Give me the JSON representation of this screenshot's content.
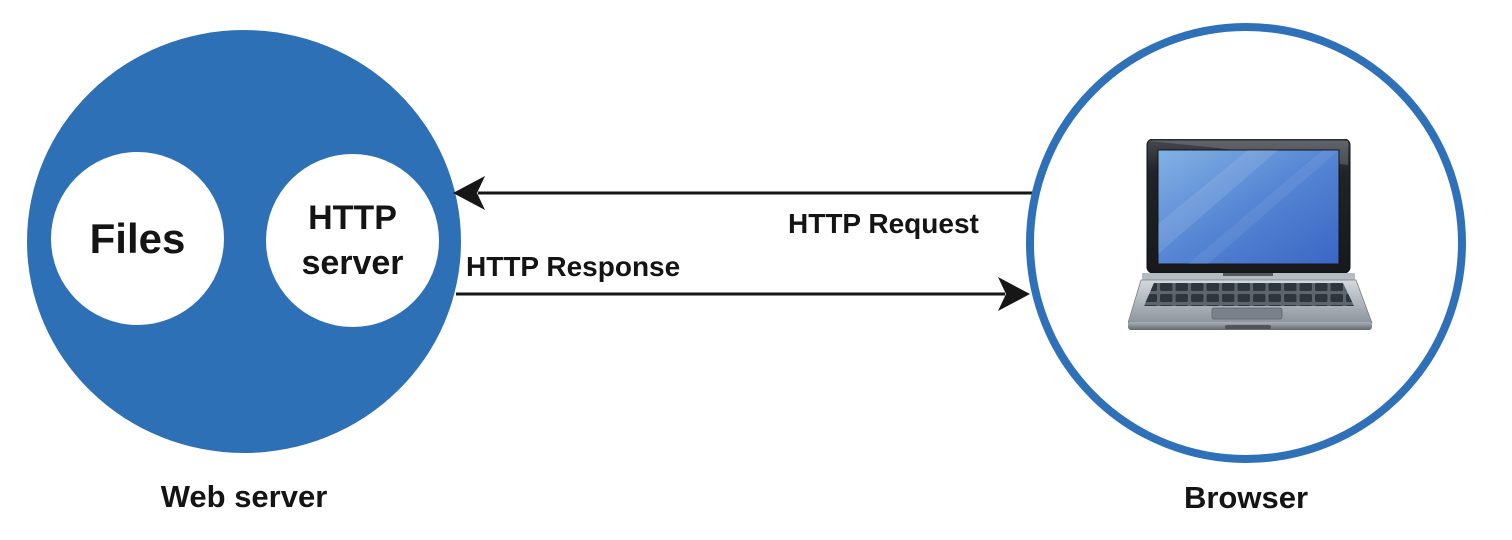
{
  "colors": {
    "background": "#ffffff",
    "primary_blue": "#2e70b6",
    "outline_blue": "#2e71b8",
    "line": "#161616",
    "text": "#141414"
  },
  "web_server": {
    "label": "Web server",
    "files_label": "Files",
    "http_server_label": "HTTP server"
  },
  "arrows": {
    "request_label": "HTTP Request",
    "response_label": "HTTP Response"
  },
  "browser": {
    "label": "Browser",
    "device_icon": "laptop-icon"
  }
}
